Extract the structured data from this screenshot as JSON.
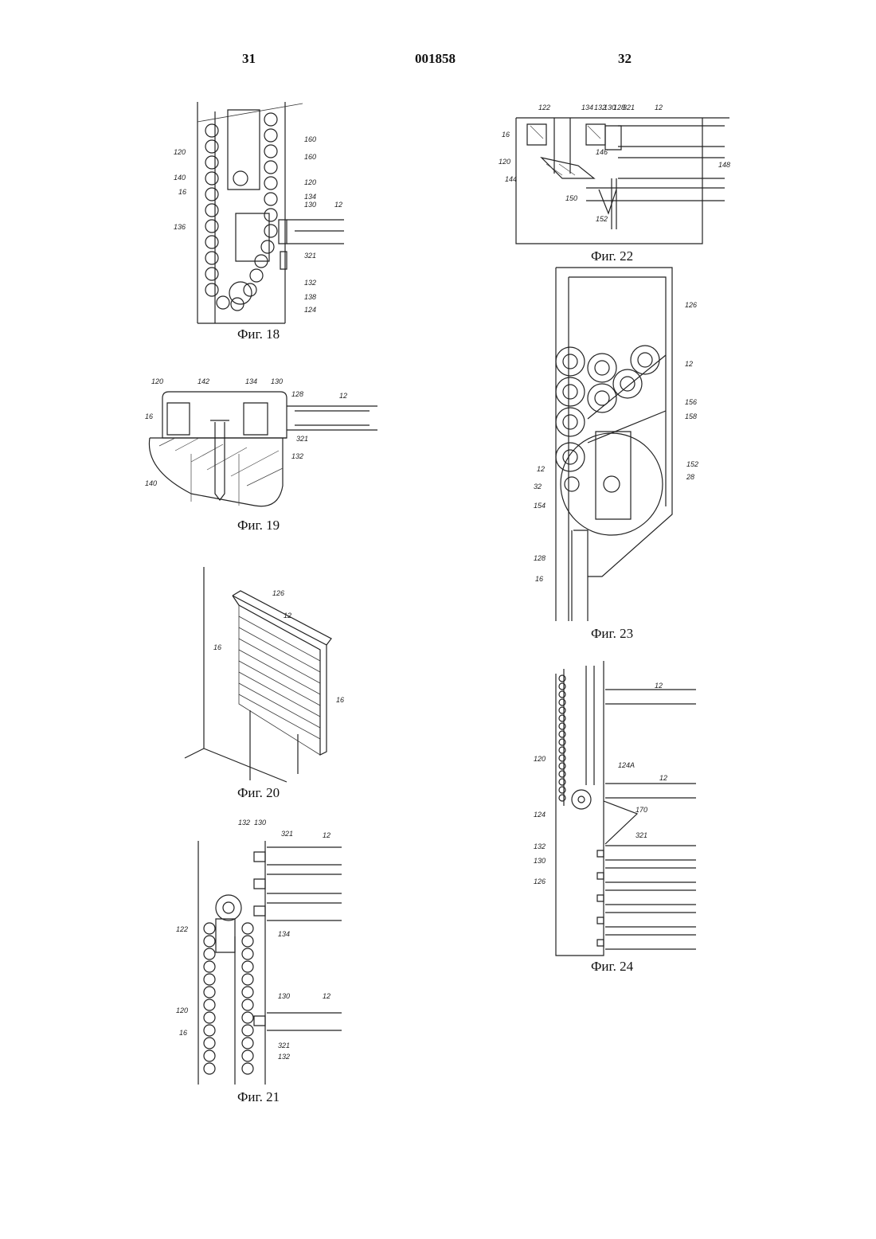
{
  "header": {
    "left_page": "31",
    "patent_number": "001858",
    "right_page": "32"
  },
  "figures": {
    "fig18": {
      "caption": "Фиг. 18",
      "labels": [
        "120",
        "140",
        "16",
        "136",
        "160",
        "160",
        "120",
        "134",
        "130",
        "12",
        "321",
        "132",
        "138",
        "124"
      ]
    },
    "fig19": {
      "caption": "Фиг. 19",
      "labels": [
        "120",
        "142",
        "134",
        "130",
        "128",
        "12",
        "16",
        "321",
        "132",
        "140"
      ]
    },
    "fig20": {
      "caption": "Фиг. 20",
      "labels": [
        "126",
        "12",
        "16",
        "16"
      ]
    },
    "fig21": {
      "caption": "Фиг. 21",
      "labels": [
        "132",
        "130",
        "321",
        "12",
        "122",
        "134",
        "120",
        "16",
        "130",
        "12",
        "321",
        "132"
      ]
    },
    "fig22": {
      "caption": "Фиг. 22",
      "labels": [
        "122",
        "134",
        "132",
        "130",
        "128",
        "321",
        "12",
        "16",
        "120",
        "146",
        "148",
        "144",
        "150",
        "152"
      ]
    },
    "fig23": {
      "caption": "Фиг. 23",
      "labels": [
        "126",
        "12",
        "156",
        "158",
        "12",
        "152",
        "32",
        "28",
        "154",
        "128",
        "16"
      ]
    },
    "fig24": {
      "caption": "Фиг. 24",
      "labels": [
        "12",
        "120",
        "124A",
        "12",
        "124",
        "170",
        "132",
        "321",
        "130",
        "126"
      ]
    }
  }
}
